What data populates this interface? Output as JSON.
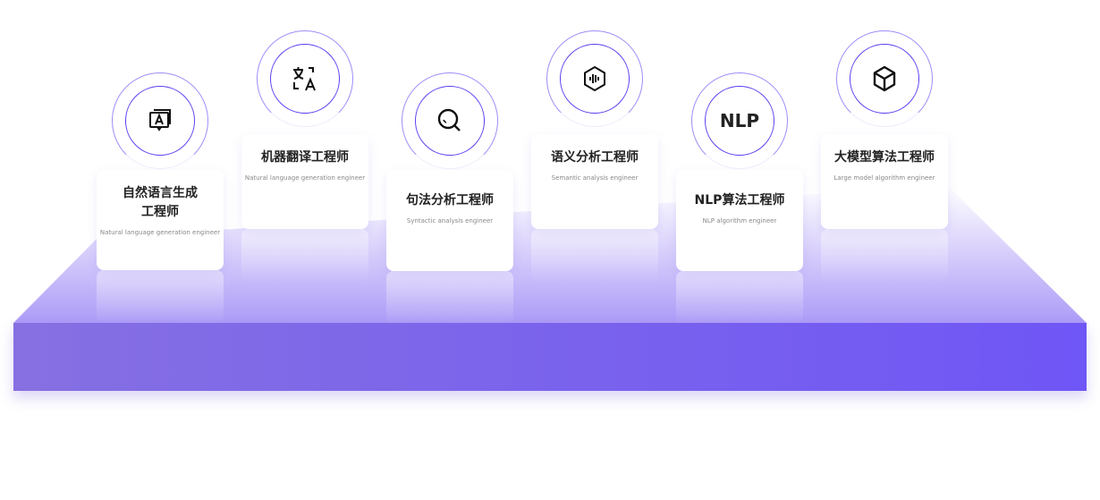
{
  "roles": [
    {
      "title": "自然语言生成工程师",
      "title_lines": [
        "自然语言生成",
        "工程师"
      ],
      "subtitle": "Natural language generation engineer",
      "icon": "chat-a-icon"
    },
    {
      "title": "机器翻译工程师",
      "subtitle": "Natural language generation engineer",
      "icon": "translate-icon"
    },
    {
      "title": "句法分析工程师",
      "subtitle": "Syntactic analysis engineer",
      "icon": "search-icon"
    },
    {
      "title": "语义分析工程师",
      "subtitle": "Semantic analysis engineer",
      "icon": "voice-wave-icon"
    },
    {
      "title": "NLP算法工程师",
      "subtitle": "NLP algorithm engineer",
      "icon": "nlp-icon",
      "icon_text": "NLP"
    },
    {
      "title": "大模型算法工程师",
      "subtitle": "Large model algorithm engineer",
      "icon": "cube-icon"
    }
  ],
  "colors": {
    "accent": "#5a3ff0",
    "platform_left": "#8670e2",
    "platform_right": "#6f56f6"
  }
}
